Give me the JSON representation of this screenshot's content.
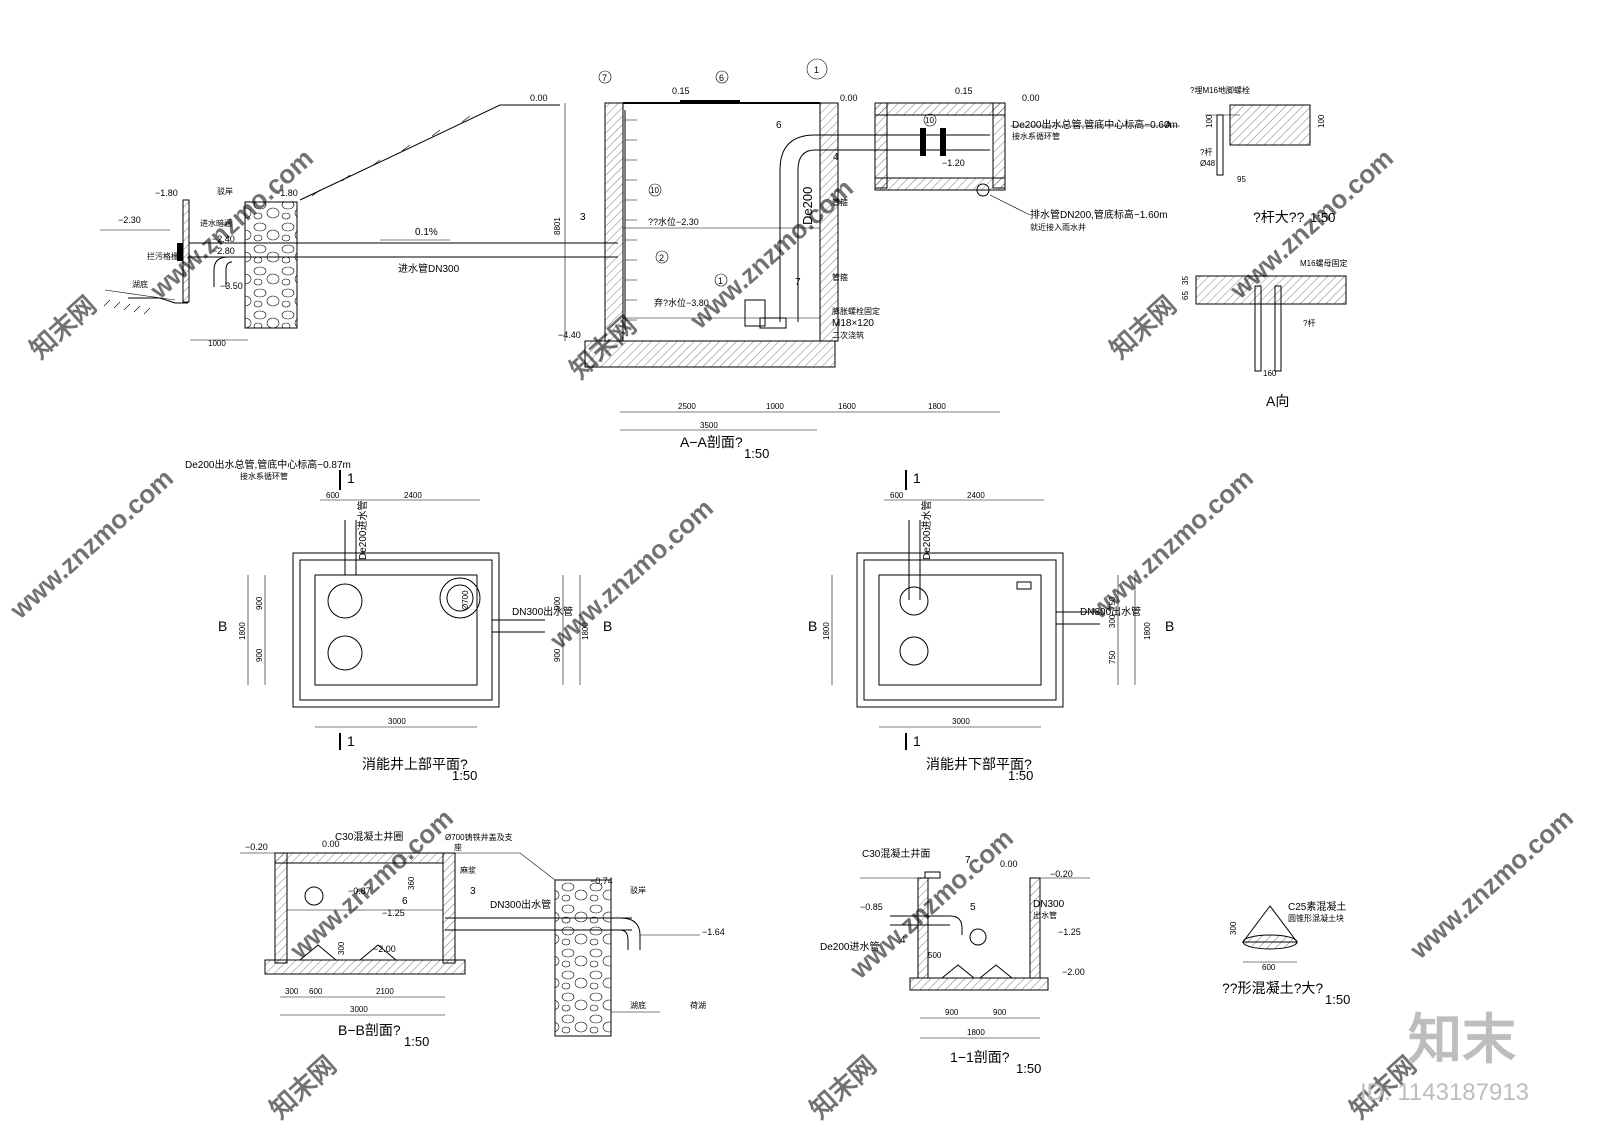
{
  "watermark": {
    "site": "www.znzmo.com",
    "brand": "知末",
    "id": "ID: 1143187913",
    "net": "知末网"
  },
  "aa_section": {
    "title": "A−A剖面?",
    "scale": "1:50",
    "elevations": [
      "0.00",
      "0.15",
      "0.00",
      "0.15",
      "0.00",
      "−1.80",
      "−1.80",
      "−2.30",
      "−2.40",
      "−2.80",
      "−3.50",
      "−4.40",
      "−1.20"
    ],
    "labels": {
      "inlet_culvert": "进水暗涵",
      "trash_grate": "拦污格栅",
      "lake_bottom": "湖底",
      "revetment": "驳岸",
      "slope": "0.1%",
      "inlet_pipe": "进水管DN300",
      "water_high": "??水位−2.30",
      "water_low": "弃?水位−3.80",
      "depth": "8801",
      "pipe_de200": "De200",
      "pipe_sleeve1": "管箍",
      "pipe_sleeve2": "管箍",
      "bolt_fix": "膨胀螺栓固定",
      "bolt_size": "M18×120",
      "grout": "二次浇筑",
      "outlet_main": "De200出水总管,管底中心标高−0.60m",
      "outlet_main_sub": "接水系循环管",
      "drain_pipe": "排水管DN200,管底标高−1.60m",
      "drain_pipe_sub": "就近接入雨水井",
      "view_a": "A"
    },
    "callouts": [
      "7",
      "6",
      "1",
      "10",
      "2",
      "1",
      "3",
      "4",
      "7",
      "6",
      "10"
    ],
    "dims_horizontal": [
      "2500",
      "1000",
      "1600",
      "1800",
      "3500",
      "1000"
    ]
  },
  "detail_rod": {
    "title": "?杆大??",
    "scale": "1:50",
    "anchor_bolt": "?埋M16地脚螺栓",
    "rod": "?杆",
    "rod_dia": "Ø48",
    "dim1": "100",
    "dim2": "100",
    "dim3": "95"
  },
  "detail_a_view": {
    "title": "A向",
    "nut": "M16螺母固定",
    "rod": "?杆",
    "dims": [
      "65",
      "35",
      "160"
    ]
  },
  "plan_upper": {
    "title": "消能井上部平面?",
    "scale": "1:50",
    "outlet_main": "De200出水总管,管底中心标高−0.87m",
    "outlet_main_sub": "接水系循环管",
    "inlet": "De200进水管",
    "outlet_dn300": "DN300出水管",
    "manhole": "Ø700",
    "dims_top": [
      "600",
      "2400"
    ],
    "dims_side_left": [
      "1800",
      "900",
      "900"
    ],
    "dims_side_right": [
      "1800",
      "900",
      "900"
    ],
    "dim_bottom": "3000",
    "marks": [
      "1",
      "1",
      "B",
      "B"
    ]
  },
  "plan_lower": {
    "title": "消能井下部平面?",
    "scale": "1:50",
    "inlet": "De200进水管",
    "outlet_dn300": "DN300出水管",
    "dims_top": [
      "600",
      "2400"
    ],
    "dims_side_left": [
      "1800"
    ],
    "dims_side_right": [
      "1800",
      "750",
      "300",
      "750"
    ],
    "dim_bottom": "3000",
    "marks": [
      "1",
      "1",
      "B",
      "B"
    ]
  },
  "bb_section": {
    "title": "B−B剖面?",
    "scale": "1:50",
    "cover": "C30混凝土井圈",
    "manhole_cover": "Ø700铸铁井盖及支",
    "seat": "座",
    "mortar": "麻浆",
    "outlet": "DN300出水管",
    "revetment": "驳岸",
    "lake_bottom": "湖底",
    "lotus_lake": "荷湖",
    "elevations": [
      "−0.20",
      "0.00",
      "−0.74",
      "−0.87",
      "−1.25",
      "−1.64",
      "−2.00"
    ],
    "dims": [
      "360",
      "300",
      "300",
      "600",
      "2100",
      "3000"
    ],
    "callouts": [
      "6",
      "3"
    ]
  },
  "section_11": {
    "title": "1−1剖面?",
    "scale": "1:50",
    "cover": "C30混凝土井面",
    "inlet": "De200进水管",
    "outlet": "DN300",
    "outlet_sub": "出水管",
    "elevations": [
      "0.00",
      "−0.20",
      "−0.85",
      "−1.25",
      "−2.00"
    ],
    "dims": [
      "500",
      "900",
      "900",
      "1800"
    ],
    "callouts": [
      "7",
      "5",
      "4"
    ]
  },
  "cone_detail": {
    "title": "??形混凝土?大?",
    "scale": "1:50",
    "label1": "C25素混凝土",
    "label2": "圆锥形混凝土块",
    "height": "300",
    "base": "600"
  }
}
